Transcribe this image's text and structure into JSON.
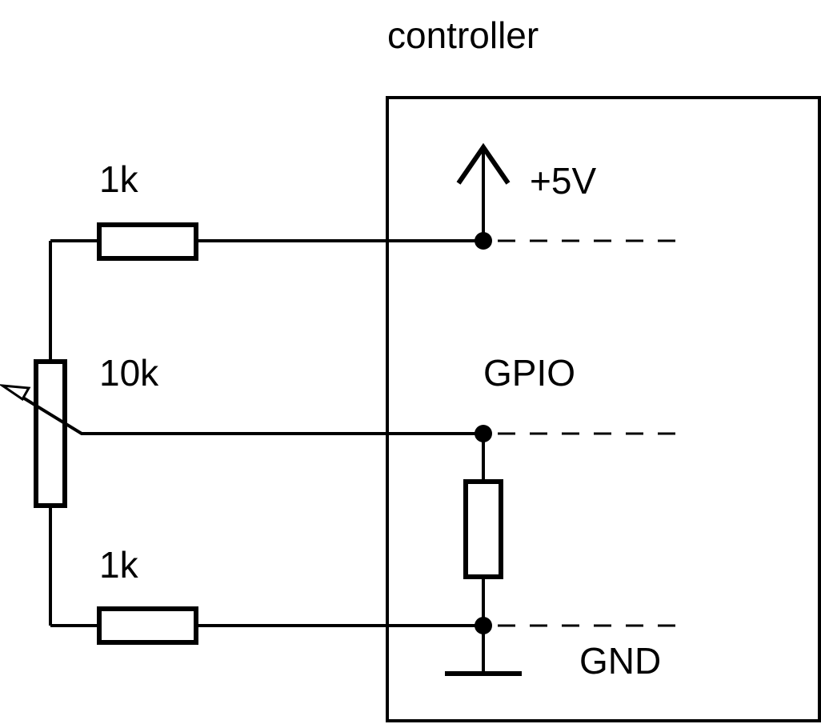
{
  "labels": {
    "controller": "controller",
    "supply": "+5V",
    "gpio": "GPIO",
    "ground": "GND",
    "resistor_top": "1k",
    "potentiometer": "10k",
    "resistor_bottom": "1k"
  },
  "colors": {
    "stroke": "#000000",
    "background": "#ffffff"
  }
}
